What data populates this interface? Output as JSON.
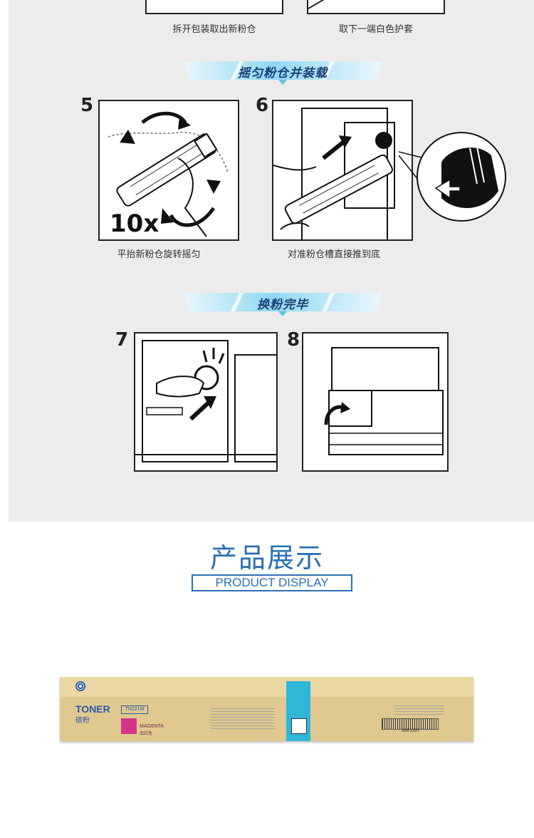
{
  "steps_top": {
    "captions": [
      "拆开包装取出新粉仓",
      "取下一端白色护套"
    ]
  },
  "section_shake": {
    "banner": "摇匀粉仓并装载",
    "steps": [
      {
        "number": "5",
        "caption": "平抬新粉仓旋转摇匀",
        "repeat": "10x"
      },
      {
        "number": "6",
        "caption": "对准粉仓槽直接推到底"
      }
    ]
  },
  "section_finish": {
    "banner": "换粉完毕",
    "steps": [
      {
        "number": "7"
      },
      {
        "number": "8"
      }
    ]
  },
  "product": {
    "title_cn": "产品展示",
    "title_en": "PRODUCT DISPLAY",
    "box": {
      "brand": "TONER",
      "brand_sub": "碳粉",
      "model": "TN221M",
      "color_name": "MAGENTA",
      "color_sub": "品红色",
      "code": "A8K3390"
    }
  },
  "colors": {
    "accent_blue": "#2a6fb5",
    "banner_cyan": "#8fd8f0",
    "panel_gray": "#ececec",
    "magenta": "#d6348c"
  }
}
